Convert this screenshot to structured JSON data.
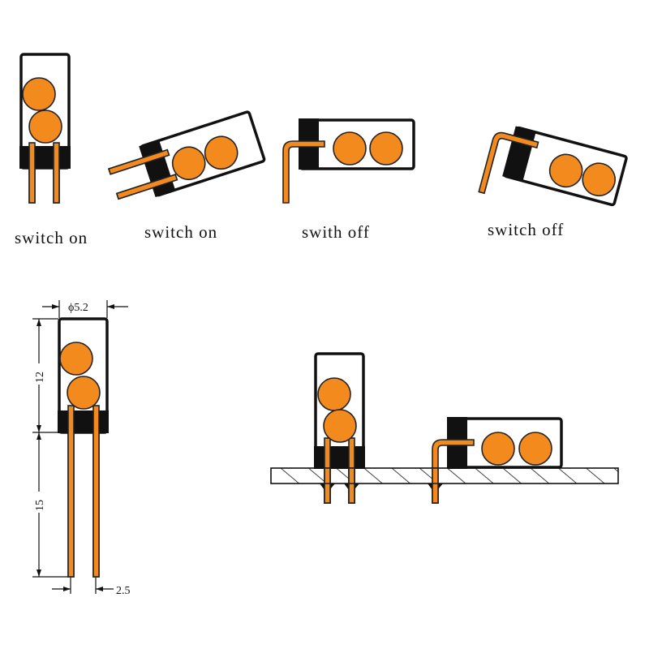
{
  "labels": {
    "state_1": "switch on",
    "state_2": "switch on",
    "state_3": "swith off",
    "state_4": "switch off"
  },
  "dimensions": {
    "diameter": "ϕ5.2",
    "body_length": "12",
    "lead_length": "15",
    "lead_pitch": "2.5"
  },
  "colors": {
    "ball": "#F28A1E",
    "lead": "#F28A1E",
    "cap": "#111111"
  }
}
